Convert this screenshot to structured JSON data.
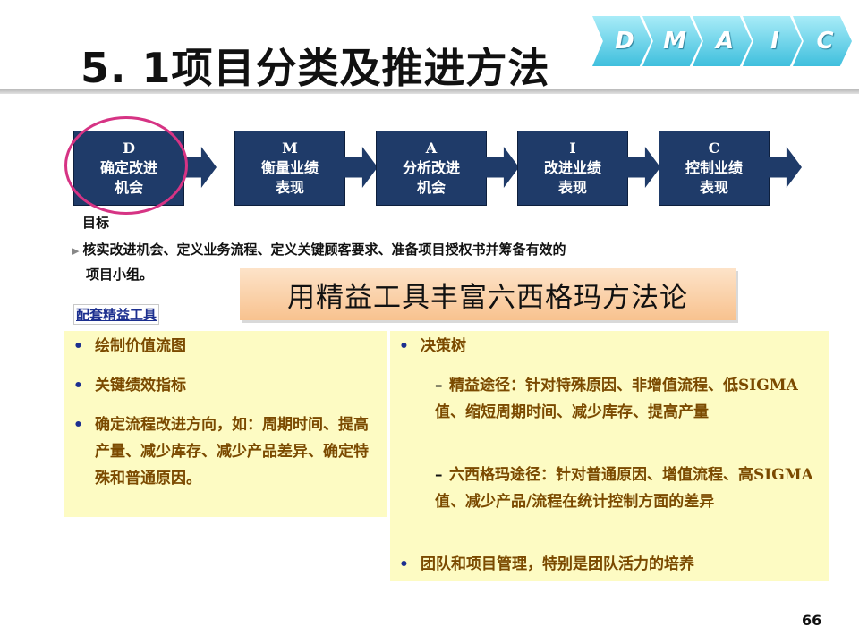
{
  "slide": {
    "title": "5. 1项目分类及推进方法",
    "dmaic_letters": [
      "D",
      "M",
      "A",
      "I",
      "C"
    ],
    "phases": [
      {
        "letter": "D",
        "line1": "确定改进",
        "line2": "机会"
      },
      {
        "letter": "M",
        "line1": "衡量业绩",
        "line2": "表现"
      },
      {
        "letter": "A",
        "line1": "分析改进",
        "line2": "机会"
      },
      {
        "letter": "I",
        "line1": "改进业绩",
        "line2": "表现"
      },
      {
        "letter": "C",
        "line1": "控制业绩",
        "line2": "表现"
      }
    ],
    "goal_heading": "目标",
    "goal_line1": "核实改进机会、定义业务流程、定义关键顾客要求、准备项目授权书并筹备有效的",
    "goal_line2": "项目小组。",
    "banner": "用精益工具丰富六西格玛方法论",
    "tools_link": "配套精益工具",
    "left_items": [
      "绘制价值流图",
      "关键绩效指标",
      "确定流程改进方向，如：周期时间、提高产量、减少库存、减少产品差异、确定特殊和普通原因。"
    ],
    "right_items": {
      "item1": "决策树",
      "sub1": "精益途径：针对特殊原因、非增值流程、低SIGMA值、缩短周期时间、减少库存、提高产量",
      "sub2": "六西格玛途径：针对普通原因、增值流程、高SIGMA值、减少产品/流程在统计控制方面的差异",
      "item2": "团队和项目管理，特别是团队活力的培养"
    },
    "bullet_glyph": "•",
    "dash_glyph": "–",
    "page_number": "66",
    "colors": {
      "phase_box": "#1f3b69",
      "highlight": "#d63384",
      "panel_bg": "#fdfbc3",
      "panel_text": "#7b4a00",
      "banner_bg": "#f8c28f",
      "dmaic_chevron": "#3fbfdd"
    }
  }
}
